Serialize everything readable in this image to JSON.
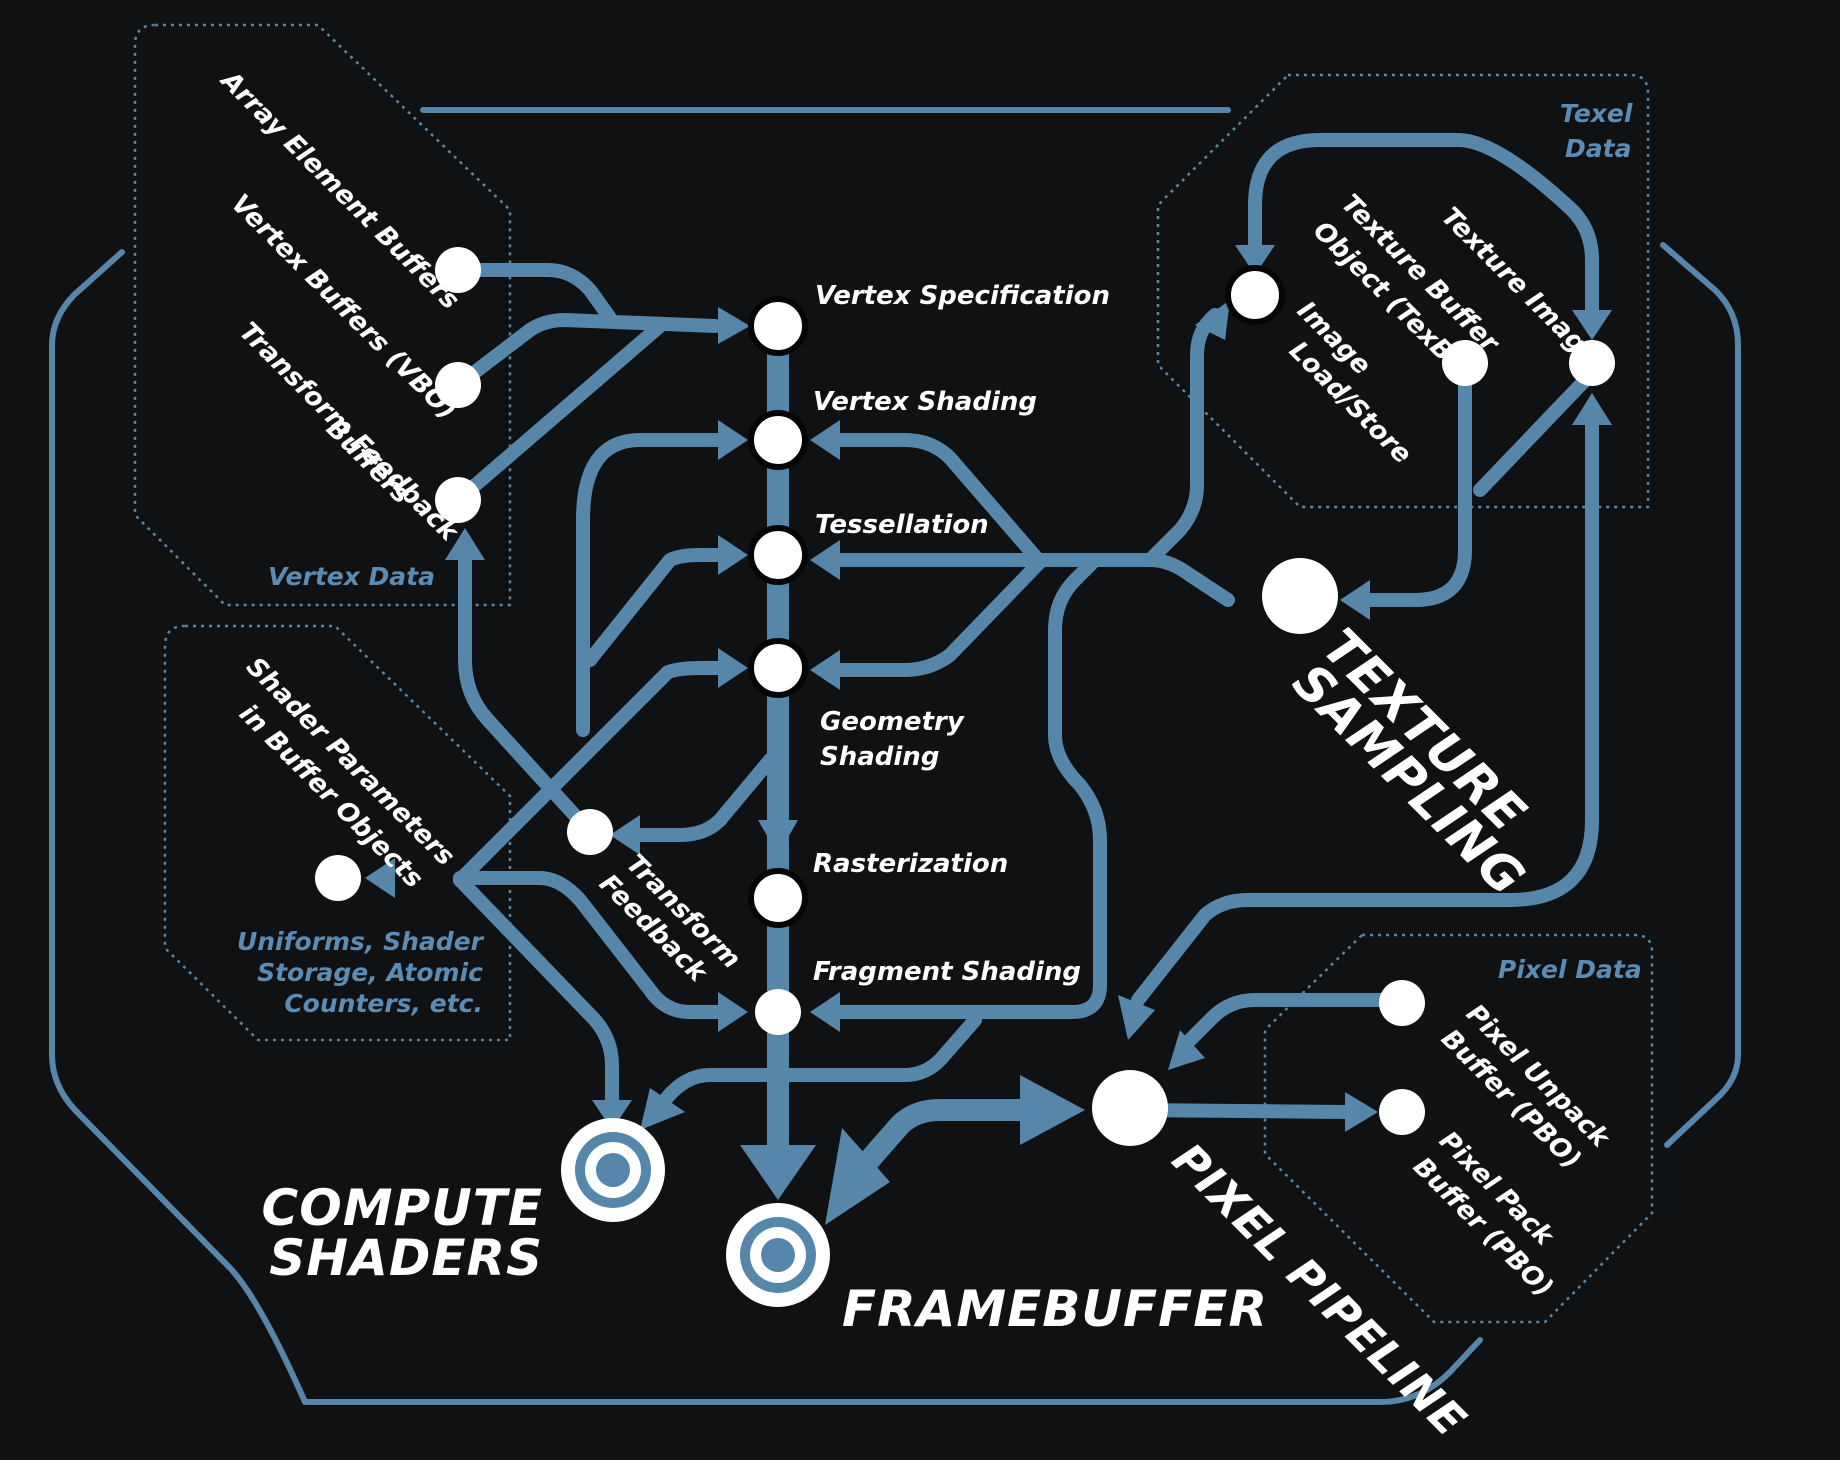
{
  "stages": {
    "vertex_specification": "Vertex Specification",
    "vertex_shading": "Vertex Shading",
    "tessellation": "Tessellation",
    "geometry_shading": [
      "Geometry",
      "Shading"
    ],
    "rasterization": "Rasterization",
    "fragment_shading": "Fragment Shading"
  },
  "vertex_data": {
    "title": "Vertex Data",
    "array_element_buffers": "Array Element Buffers",
    "vertex_buffers": "Vertex Buffers (VBO)",
    "transform_feedback_buffers": [
      "Transform Feedback",
      "Buffers"
    ]
  },
  "texel_data": {
    "title": [
      "Texel",
      "Data"
    ],
    "texture_image": "Texture Image",
    "texture_buffer_object": [
      "Texture Buffer",
      "Object (TexBO)"
    ],
    "image_load_store": [
      "Image",
      "Load/Store"
    ]
  },
  "shader_params": {
    "label": [
      "Shader Parameters",
      "in Buffer Objects"
    ],
    "caption": [
      "Uniforms, Shader",
      "Storage, Atomic",
      "Counters, etc."
    ]
  },
  "pixel_data": {
    "title": "Pixel Data",
    "pixel_unpack": [
      "Pixel Unpack",
      "Buffer (PBO)"
    ],
    "pixel_pack": [
      "Pixel Pack",
      "Buffer (PBO)"
    ]
  },
  "transform_feedback": [
    "Transform",
    "Feedback"
  ],
  "hubs": {
    "texture_sampling": [
      "TEXTURE",
      "SAMPLING"
    ],
    "compute_shaders": [
      "COMPUTE",
      "SHADERS"
    ],
    "framebuffer": "FRAMEBUFFER",
    "pixel_pipeline": "PIXEL PIPELINE"
  }
}
